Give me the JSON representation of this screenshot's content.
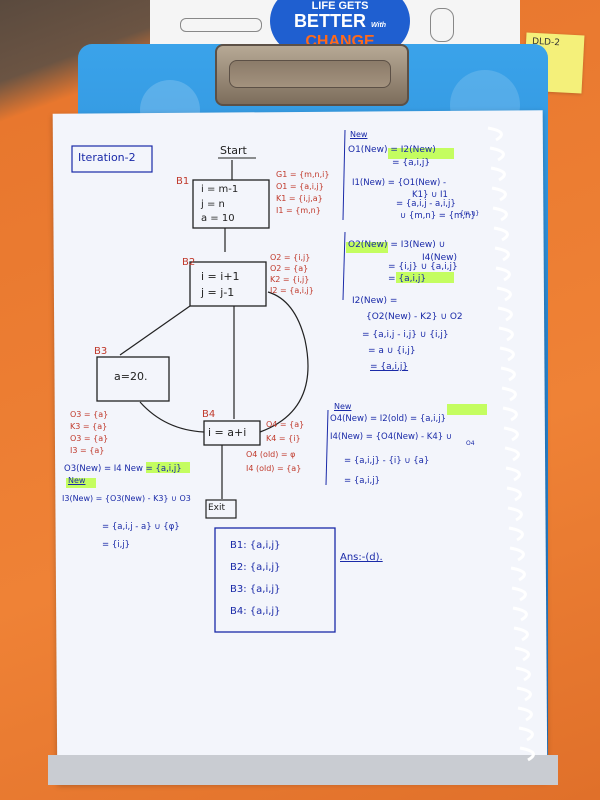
{
  "colors": {
    "table": "#e8772e",
    "clipboard": "#2d8fd6",
    "paper": "#f4f6fb",
    "ink_blue": "#1a2aa8",
    "ink_red": "#c0392b",
    "highlighter": "#b8ff3a",
    "sticky_note": "#f4f07a",
    "spiral": "#ffffff"
  },
  "background_booklet": {
    "line1": "LIFE GETS",
    "line2": "BETTER",
    "line2_small": "With",
    "line3": "CHANGE"
  },
  "sticky_note": {
    "text": "DLD-2"
  },
  "header": {
    "iteration": "Iteration-2",
    "start": "Start"
  },
  "blocks": {
    "b1": {
      "label": "B1",
      "lines": [
        "i = m-1",
        "j = n",
        "a = 10"
      ]
    },
    "b2": {
      "label": "B2",
      "lines": [
        "i = i+1",
        "j = j-1"
      ]
    },
    "b3": {
      "label": "B3",
      "lines": [
        "a=20."
      ]
    },
    "b4": {
      "label": "B4",
      "lines": [
        "i = a+i"
      ]
    },
    "exit": {
      "label": "Exit"
    }
  },
  "gen_kill_b1": [
    "G1 = {m,n,i}",
    "O1 = {a,i,j}",
    "K1 = {i,j,a}",
    "I1 = {m,n}"
  ],
  "gen_kill_b2": [
    "O2 = {i,j}",
    "O2 = {a}",
    "K2 = {i,j}",
    "I2 = {a,i,j}"
  ],
  "gen_kill_b3": [
    "O3 = {a}",
    "K3 = {a}",
    "O3 = {a}",
    "I3 = {a}"
  ],
  "gen_kill_b4": [
    "O4 = {a}",
    "K4 = {i}",
    "O4 (old) = φ",
    "I4 (old) = {a}"
  ],
  "eq_top_right": {
    "new_tag": "New",
    "lines": [
      "O1(New) = I2(New)",
      "= {a,i,j}",
      "I1(New) = {O1(New) -",
      "K1} ∪ I1",
      "= {a,i,j - a,i,j}",
      "∪ {m,n} = {m,n}"
    ],
    "corner": "{m,n}"
  },
  "eq_middle_right": {
    "lines": [
      "O2(New) = I3(New) ∪",
      "I4(New)",
      "= {i,j} ∪ {a,i,j}",
      "= {a,i,j}",
      "I2(New) =",
      "{O2(New) - K2} ∪ O2",
      "= {a,i,j - i,j} ∪ {i,j}",
      "= a ∪ {i,j}",
      "= {a,i,j}"
    ]
  },
  "eq_lower_right": {
    "new_tag": "New",
    "lines": [
      "O4(New) = I2(old) = {a,i,j}",
      "I4(New) = {O4(New) - K4} ∪",
      "= {a,i,j} - {i} ∪ {a}",
      "= {a,i,j}"
    ],
    "superscript": "O4"
  },
  "eq_lower_left": {
    "new_tag": "New",
    "lines": [
      "O3(New) = I4 New = {a,i,j}",
      "I3(New) = {O3(New) - K3} ∪ O3",
      "= {a,i,j - a} ∪ {φ}",
      "= {i,j}"
    ]
  },
  "summary": {
    "rows": [
      "B1: {a,i,j}",
      "B2: {a,i,j}",
      "B3: {a,i,j}",
      "B4: {a,i,j}"
    ],
    "answer": "Ans:-(d)."
  }
}
